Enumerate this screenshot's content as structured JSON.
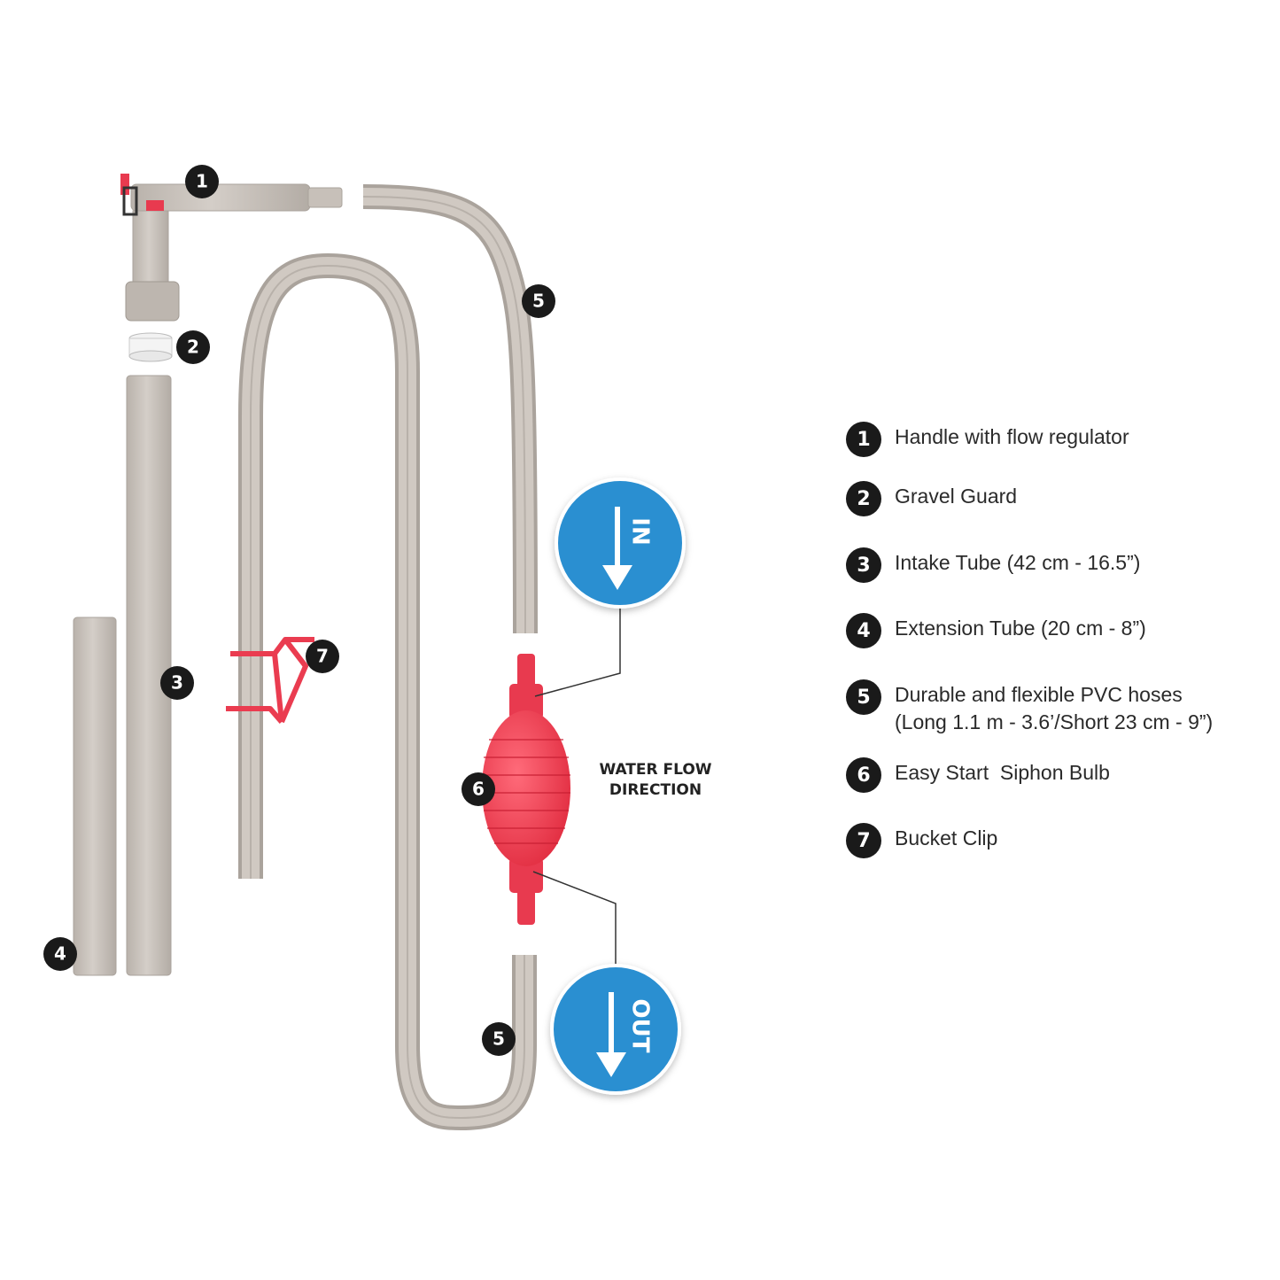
{
  "callouts": [
    {
      "id": "1",
      "label": "1"
    },
    {
      "id": "2",
      "label": "2"
    },
    {
      "id": "3",
      "label": "3"
    },
    {
      "id": "4",
      "label": "4"
    },
    {
      "id": "5",
      "label": "5"
    },
    {
      "id": "6",
      "label": "6"
    },
    {
      "id": "7",
      "label": "7"
    }
  ],
  "flow_label": {
    "line1": "WATER FLOW",
    "line2": "DIRECTION"
  },
  "flow_badges": {
    "in": "IN",
    "out": "OUT"
  },
  "legend": [
    {
      "num": "1",
      "lines": [
        "Handle with flow regulator"
      ]
    },
    {
      "num": "2",
      "lines": [
        "Gravel Guard"
      ]
    },
    {
      "num": "3",
      "lines": [
        "Intake Tube (42 cm - 16.5”)"
      ]
    },
    {
      "num": "4",
      "lines": [
        "Extension Tube (20 cm - 8”)"
      ]
    },
    {
      "num": "5",
      "lines": [
        "Durable and flexible PVC hoses",
        "(Long 1.1 m - 3.6’/Short 23 cm - 9”)"
      ]
    },
    {
      "num": "6",
      "lines": [
        "Easy Start  Siphon Bulb"
      ]
    },
    {
      "num": "7",
      "lines": [
        "Bucket Clip"
      ]
    }
  ],
  "colors": {
    "tube": "#c9c2bb",
    "tube_edge": "#aaa39c",
    "bulb": "#f0364a",
    "flow_badge": "#2a8fd1",
    "callout": "#1a1a1a"
  }
}
